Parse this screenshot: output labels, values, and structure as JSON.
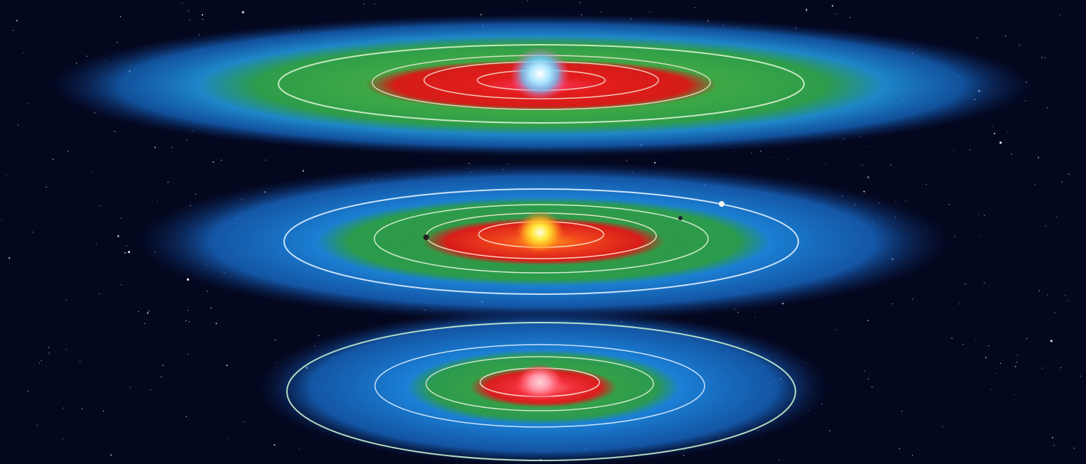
{
  "image": {
    "subject": "habitable-zone-comparison",
    "colors": {
      "space": "#04081f",
      "hot_zone": "#e0201e",
      "habitable_zone": "#2fa84a",
      "cold_zone": "#1f7ad8",
      "orbit_line": "#e8f4e0"
    },
    "systems": [
      {
        "id": "system-hot-star",
        "star_color": "#8fd6ff",
        "star_glow": "#ff5fb0"
      },
      {
        "id": "system-sun-like-star",
        "star_color": "#ffe23a",
        "star_glow": "#ffb020"
      },
      {
        "id": "system-cool-star",
        "star_color": "#ff9ab0",
        "star_glow": "#ff6070"
      }
    ]
  }
}
